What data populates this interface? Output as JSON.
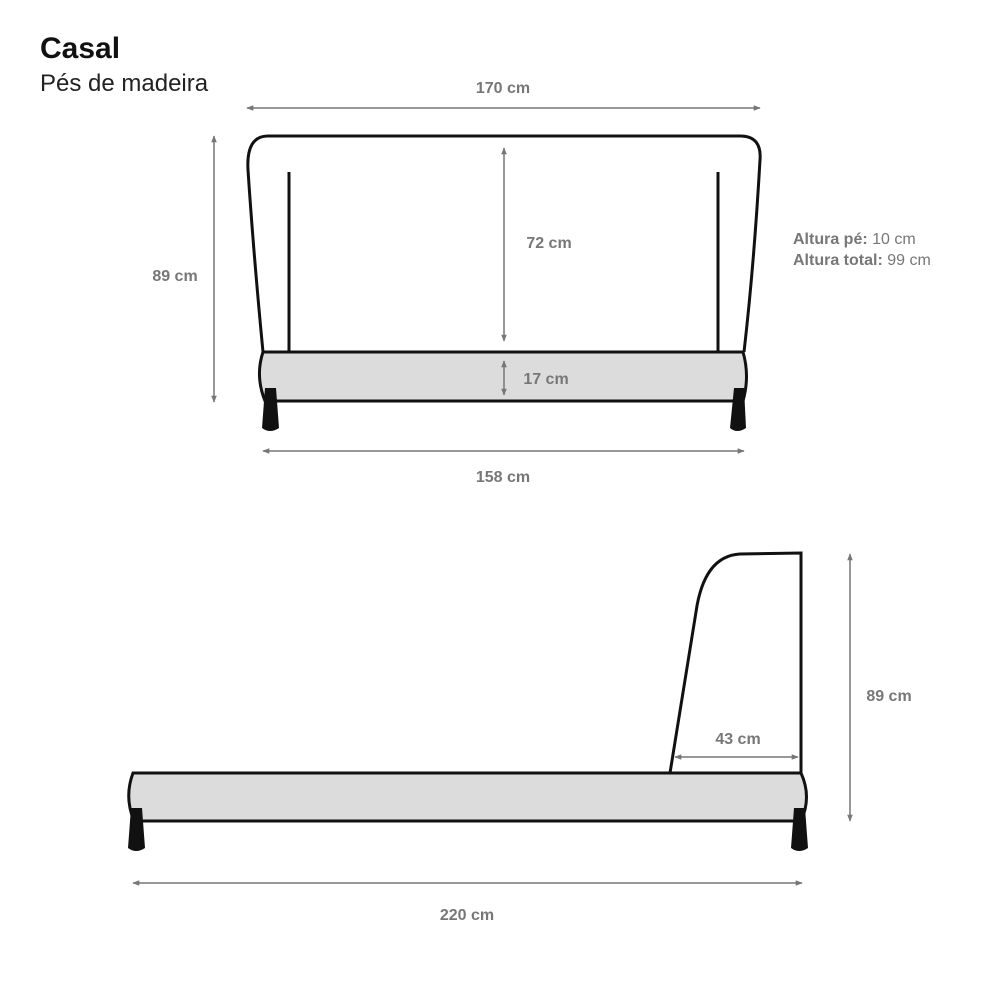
{
  "header": {
    "title": "Casal",
    "subtitle": "Pés de madeira"
  },
  "front_view": {
    "total_width": "170 cm",
    "total_height": "89 cm",
    "headboard_height": "72 cm",
    "base_height": "17 cm",
    "base_width": "158 cm"
  },
  "specs": {
    "foot_label": "Altura pé:",
    "foot_value": " 10 cm",
    "total_label": "Altura total:",
    "total_value": " 99 cm"
  },
  "side_view": {
    "height": "89 cm",
    "headboard_depth": "43 cm",
    "length": "220 cm"
  },
  "colors": {
    "outline": "#111111",
    "dimension": "#777777",
    "base_fill": "#dcdcdc",
    "feet": "#111111"
  }
}
